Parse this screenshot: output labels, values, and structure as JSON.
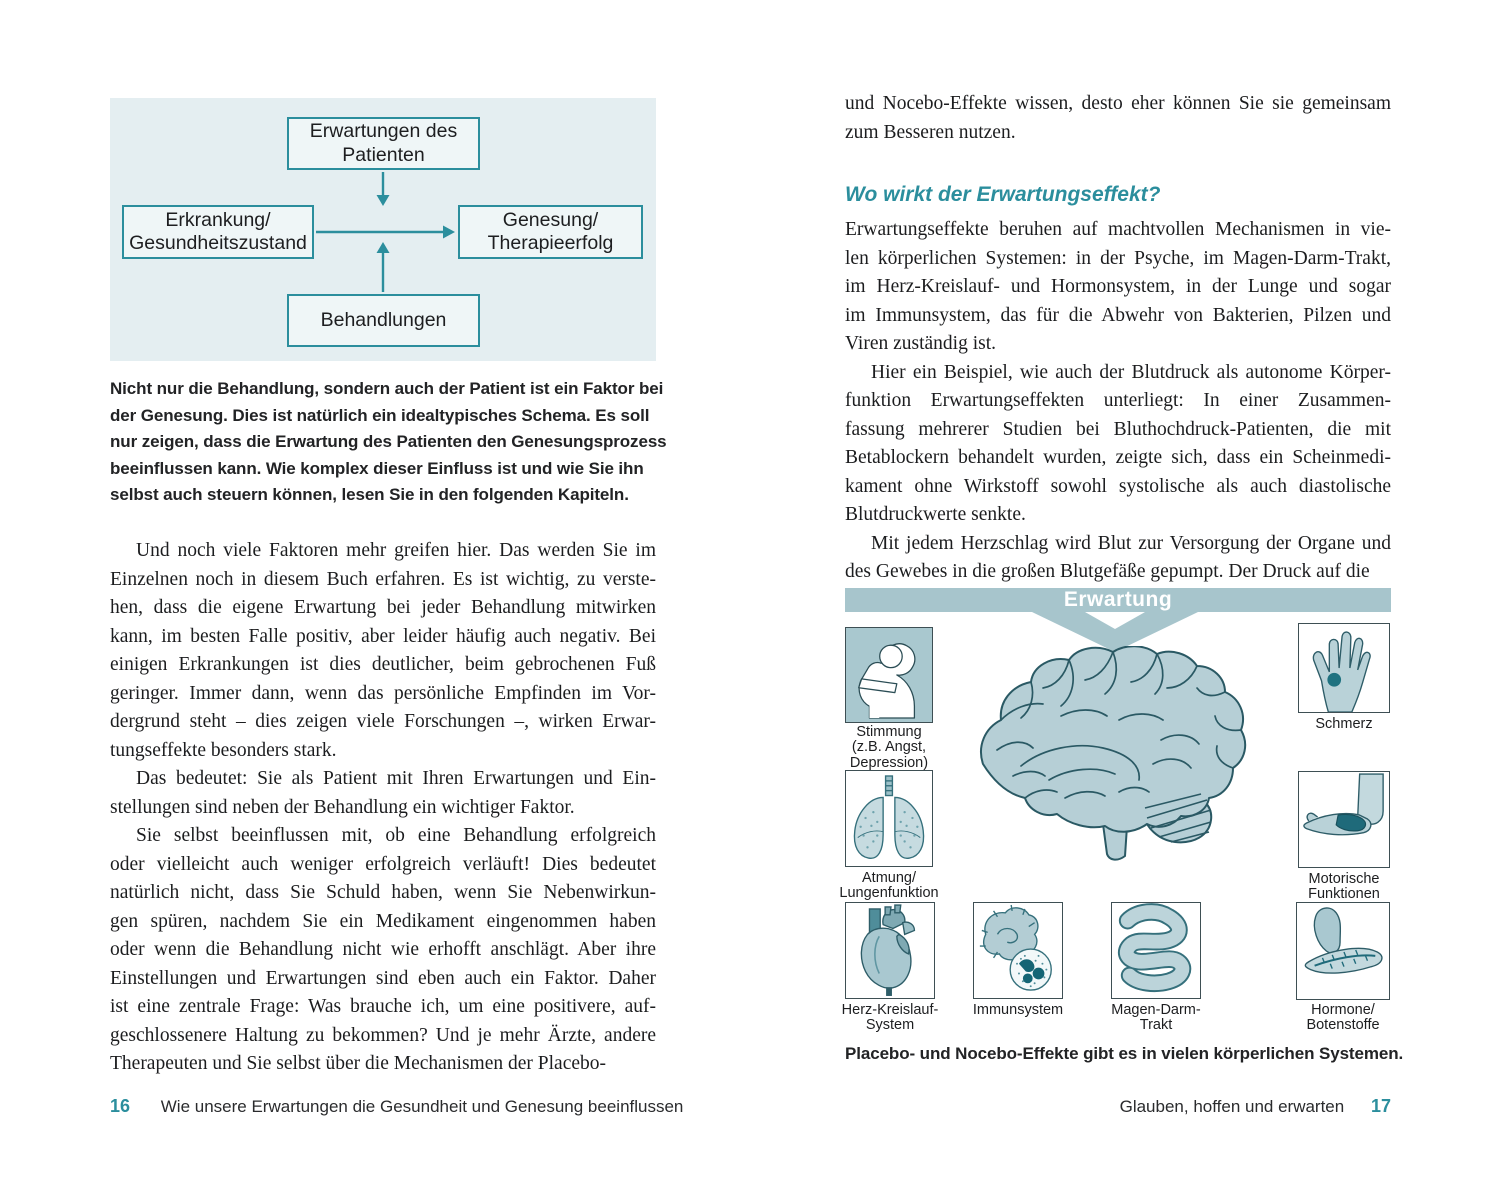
{
  "accent_teal": "#2b8e9d",
  "left_page": {
    "diagram": {
      "box_top": [
        "Erwartungen des",
        "Patienten"
      ],
      "box_left": [
        "Erkrankung/",
        "Gesundheitszustand"
      ],
      "box_right": [
        "Genesung/",
        "Therapieerfolg"
      ],
      "box_bottom": [
        "Behandlungen"
      ]
    },
    "caption_lines": [
      "Nicht nur die Behandlung, sondern auch der Patient ist ein Faktor bei",
      "der Genesung. Dies ist natürlich ein idealtypisches Schema. Es soll",
      "nur zeigen, dass die Erwartung des Patienten den Genesungsprozess",
      "beeinflussen kann. Wie komplex dieser Einfluss ist und wie Sie ihn",
      "selbst auch steuern können, lesen Sie in den folgenden Kapiteln."
    ],
    "body_paragraphs": [
      {
        "indent": true,
        "lines": [
          "Und noch viele Faktoren mehr greifen hier. Das werden Sie im",
          "Einzelnen noch in diesem Buch erfahren. Es ist wichtig, zu verste-",
          "hen, dass die eigene Erwartung bei jeder Behandlung mitwirken",
          "kann, im besten Falle positiv, aber leider häufig auch negativ. Bei",
          "einigen Erkrankungen ist dies deutlicher, beim gebrochenen Fuß",
          "geringer. Immer dann, wenn das persönliche Empfinden im Vor-",
          "dergrund steht – dies zeigen viele Forschungen –, wirken Erwar-",
          "tungseffekte besonders stark."
        ]
      },
      {
        "indent": true,
        "lines": [
          "Das bedeutet: Sie als Patient mit Ihren Erwartungen und Ein-",
          "stellungen sind neben der Behandlung ein wichtiger Faktor."
        ]
      },
      {
        "indent": true,
        "lines": [
          "Sie selbst beeinflussen mit, ob eine Behandlung erfolgreich",
          "oder vielleicht auch weniger erfolgreich verläuft! Dies bedeutet",
          "natürlich nicht, dass Sie Schuld haben, wenn Sie Nebenwirkun-",
          "gen spüren, nachdem Sie ein Medikament eingenommen haben",
          "oder wenn die Behandlung nicht wie erhofft anschlägt. Aber ihre",
          "Einstellungen und Erwartungen sind eben auch ein Faktor. Daher",
          "ist eine zentrale Frage: Was brauche ich, um eine positivere, auf-",
          "geschlossenere Haltung zu bekommen? Und je mehr Ärzte, andere",
          "Therapeuten und Sie selbst über die Mechanismen der Placebo-"
        ]
      }
    ],
    "footer": {
      "page_number": "16",
      "chapter": "Wie unsere Erwartungen die Gesundheit und Genesung beeinflussen"
    }
  },
  "right_page": {
    "body_top": [
      {
        "indent": false,
        "lines": [
          "und Nocebo-Effekte wissen, desto eher können Sie sie gemeinsam",
          "zum Besseren nutzen."
        ]
      }
    ],
    "heading": "Wo wirkt der Erwartungseffekt?",
    "body_paragraphs": [
      {
        "indent": false,
        "lines": [
          "Erwartungseffekte beruhen auf machtvollen Mechanismen in vie-",
          "len körperlichen Systemen: in der Psyche, im Magen-Darm-Trakt,",
          "im Herz-Kreislauf- und Hormonsystem, in der Lunge und sogar",
          "im Immunsystem, das für die Abwehr von Bakterien, Pilzen und",
          "Viren zuständig ist."
        ]
      },
      {
        "indent": true,
        "lines": [
          "Hier ein Beispiel, wie auch der Blutdruck als autonome Körper-",
          "funktion Erwartungseffekten unterliegt: In einer Zusammen-",
          "fassung mehrerer Studien bei Bluthochdruck-Patienten, die mit",
          "Betablockern behandelt wurden, zeigte sich, dass ein Scheinmedi-",
          "kament ohne Wirkstoff sowohl systolische als auch diastolische",
          "Blutdruckwerte senkte."
        ]
      },
      {
        "indent": true,
        "lines": [
          "Mit jedem Herzschlag wird Blut zur Versorgung der Organe und",
          "des Gewebes in die großen Blutgefäße gepumpt. Der Druck auf die"
        ]
      }
    ],
    "figure": {
      "banner": "Erwartung",
      "labels": {
        "stimmung": [
          "Stimmung",
          "(z.B. Angst,",
          "Depression)"
        ],
        "atmung": [
          "Atmung/",
          "Lungenfunktion"
        ],
        "schmerz": [
          "Schmerz"
        ],
        "motorik": [
          "Motorische",
          "Funktionen"
        ],
        "herz": [
          "Herz-Kreislauf-",
          "System"
        ],
        "immun": [
          "Immunsystem"
        ],
        "magen": [
          "Magen-Darm-",
          "Trakt"
        ],
        "hormone": [
          "Hormone/",
          "Botenstoffe"
        ]
      },
      "caption": "Placebo- und Nocebo-Effekte gibt es in vielen körperlichen Systemen."
    },
    "footer": {
      "chapter": "Glauben, hoffen und erwarten",
      "page_number": "17"
    }
  }
}
